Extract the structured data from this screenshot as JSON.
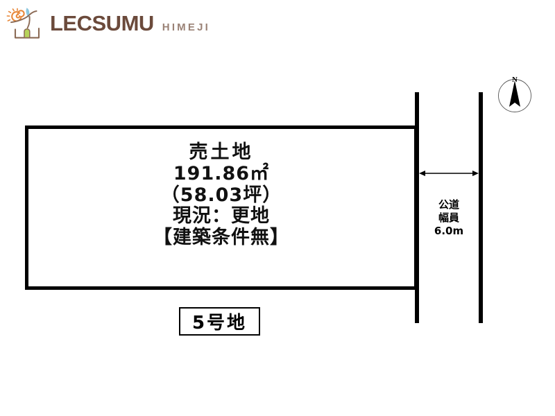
{
  "brand": {
    "name": "LECSUMU",
    "sub": "HIMEJI",
    "colors": {
      "wordmark": "#6b4a3b",
      "sub": "#9a8276",
      "spiral": "#e8883a",
      "leaf": "#8ec8df",
      "house_outline": "#8b6a55",
      "door": "#b7d45a"
    }
  },
  "plan": {
    "parcel": {
      "title": "売土地",
      "area_sqm": "191.86㎡",
      "area_sqm_value": "191.86",
      "area_unit": "㎡",
      "area_tsubo": "（58.03坪）",
      "area_tsubo_value": "58.03",
      "status": "現況：更地",
      "condition": "【建築条件無】"
    },
    "lot_badge": {
      "label": "5号地"
    },
    "road": {
      "type_label": "公道",
      "width_label": "幅員",
      "width_value": "6.0m"
    },
    "compass": {
      "north_letter": "N"
    }
  }
}
